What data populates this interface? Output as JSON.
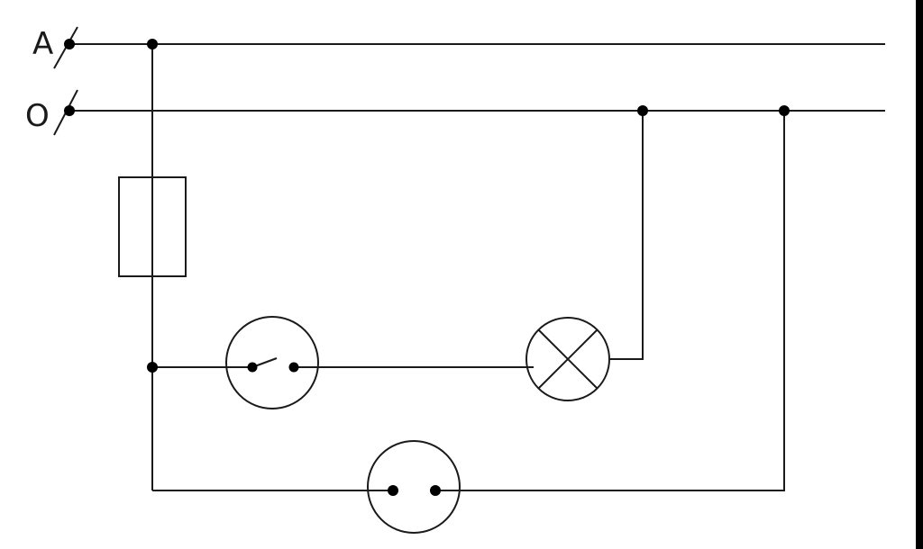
{
  "diagram": {
    "type": "electrical-wiring-schematic",
    "terminals": {
      "phase_label": "A",
      "neutral_label": "O"
    },
    "components": [
      {
        "kind": "fuse-icon"
      },
      {
        "kind": "switch-icon"
      },
      {
        "kind": "lamp-icon"
      },
      {
        "kind": "socket-icon"
      }
    ],
    "colors": {
      "line": "#1a1a1a",
      "junction": "#000000",
      "background": "#ffffff"
    }
  }
}
